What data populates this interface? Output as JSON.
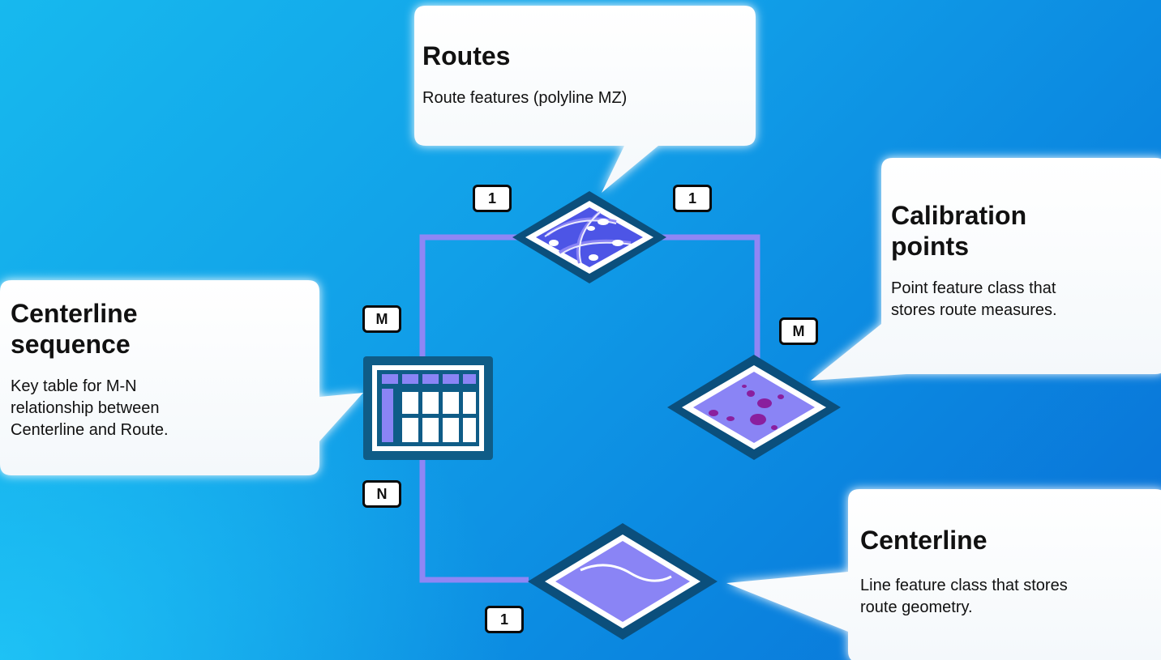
{
  "nodes": {
    "routes": {
      "title": "Routes",
      "description": "Route features (polyline MZ)"
    },
    "calibration_points": {
      "title_line1": "Calibration",
      "title_line2": "points",
      "description_line1": "Point feature class that",
      "description_line2": "stores route measures."
    },
    "centerline_sequence": {
      "title_line1": "Centerline",
      "title_line2": "sequence",
      "description_line1": "Key table for M-N",
      "description_line2": "relationship between",
      "description_line3": "Centerline and Route."
    },
    "centerline": {
      "title": "Centerline",
      "description_line1": "Line feature class that stores",
      "description_line2": "route geometry."
    }
  },
  "cardinalities": {
    "routes_to_sequence": "1",
    "routes_to_calibration": "1",
    "sequence_to_routes": "M",
    "calibration_to_routes": "M",
    "sequence_to_centerline": "N",
    "centerline_to_sequence": "1"
  },
  "colors": {
    "connector": "#8f86f5",
    "icon_outline": "#0b4f7c",
    "routes_fill": "#4d55e6",
    "feature_fill": "#8a84f5",
    "calibration_dots": "#8a1f9e",
    "table_frame": "#0f5c87",
    "table_header": "#8a84f5"
  },
  "icons": {
    "routes": "routes-feature-class-icon",
    "calibration_points": "point-feature-class-icon",
    "centerline_sequence": "table-icon",
    "centerline": "line-feature-class-icon"
  }
}
